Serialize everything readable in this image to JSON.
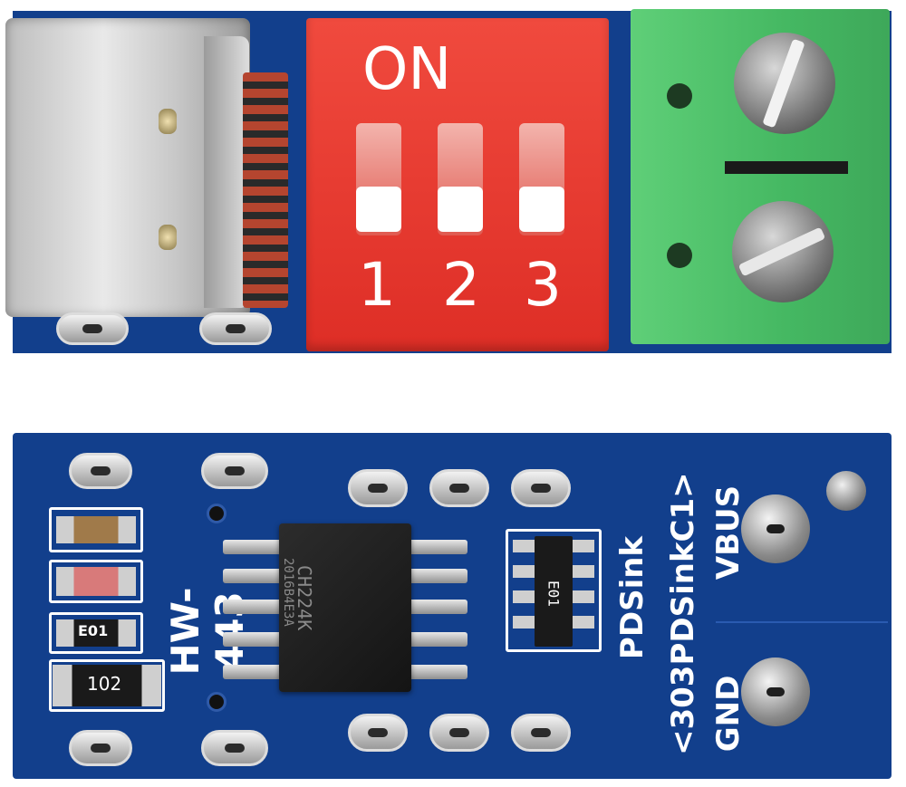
{
  "top_board": {
    "switch_label": "ON",
    "switch_numbers": [
      "1",
      "2",
      "3"
    ]
  },
  "bottom_board": {
    "model_label": "HW-443",
    "chip_line1": "CH224K",
    "chip_line2": "2016B4E3A",
    "resistor_label": "102",
    "cap_label": "E01",
    "array_label": "E01",
    "pdsink_label": "PDSink",
    "pdsink_c1_label": "<303PDSinkC1>",
    "vbus_label": "VBUS",
    "gnd_label": "GND"
  },
  "colors": {
    "pcb": "#123f8c",
    "dip_switch": "#e8332d",
    "terminal": "#4fbf6a"
  }
}
